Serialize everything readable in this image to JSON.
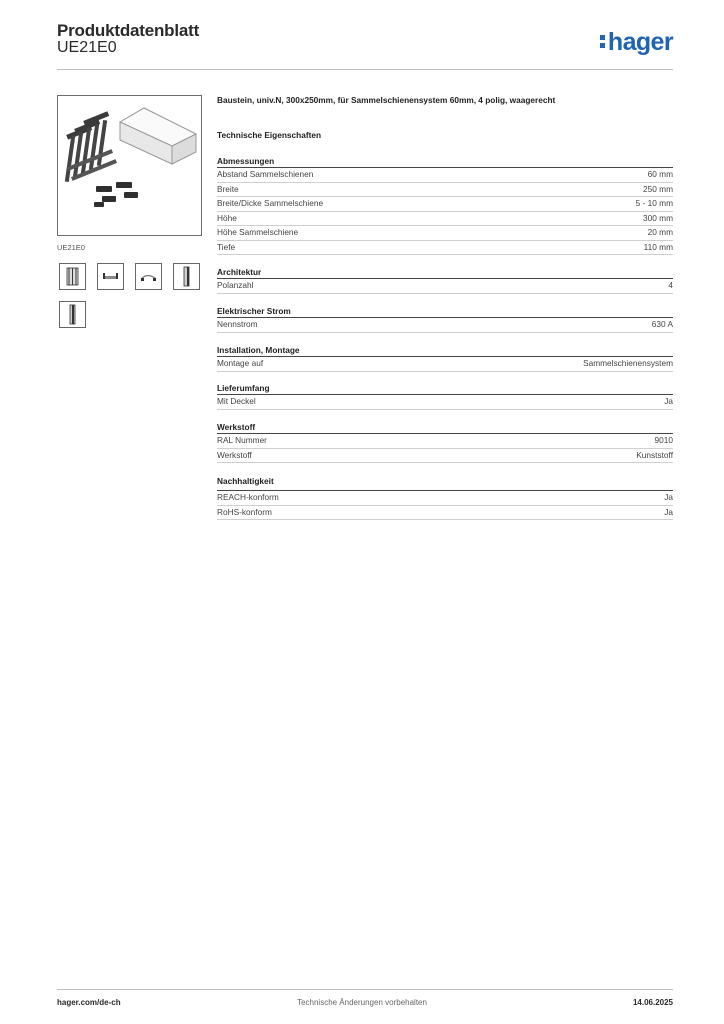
{
  "header": {
    "title": "Produktdatenblatt",
    "subtitle": "UE21E0",
    "logo_text": "hager",
    "logo_color": "#1f64b3"
  },
  "product": {
    "image_caption": "UE21E0",
    "description": "Baustein, univ.N, 300x250mm, für Sammelschienensystem 60mm, 4 polig, waagerecht",
    "tech_heading": "Technische Eigenschaften"
  },
  "sections": [
    {
      "title": "Abmessungen",
      "rows": [
        {
          "label": "Abstand Sammelschienen",
          "value": "60 mm"
        },
        {
          "label": "Breite",
          "value": "250 mm"
        },
        {
          "label": "Breite/Dicke Sammelschiene",
          "value": "5 - 10 mm"
        },
        {
          "label": "Höhe",
          "value": "300 mm"
        },
        {
          "label": "Höhe Sammelschiene",
          "value": "20 mm"
        },
        {
          "label": "Tiefe",
          "value": "110 mm"
        }
      ]
    },
    {
      "title": "Architektur",
      "rows": [
        {
          "label": "Polanzahl",
          "value": "4"
        }
      ]
    },
    {
      "title": "Elektrischer Strom",
      "rows": [
        {
          "label": "Nennstrom",
          "value": "630 A"
        }
      ]
    },
    {
      "title": "Installation, Montage",
      "rows": [
        {
          "label": "Montage auf",
          "value": "Sammelschienensystem"
        }
      ]
    },
    {
      "title": "Lieferumfang",
      "rows": [
        {
          "label": "Mit Deckel",
          "value": "Ja"
        }
      ]
    },
    {
      "title": "Werkstoff",
      "rows": [
        {
          "label": "RAL Nummer",
          "value": "9010"
        },
        {
          "label": "Werkstoff",
          "value": "Kunststoff"
        }
      ]
    },
    {
      "title": "Nachhaltigkeit",
      "rows": [
        {
          "label": "REACH-konform",
          "value": "Ja"
        },
        {
          "label": "RoHS-konform",
          "value": "Ja"
        }
      ]
    }
  ],
  "footer": {
    "website": "hager.com/de-ch",
    "notice": "Technische Änderungen vorbehalten",
    "date": "14.06.2025"
  }
}
